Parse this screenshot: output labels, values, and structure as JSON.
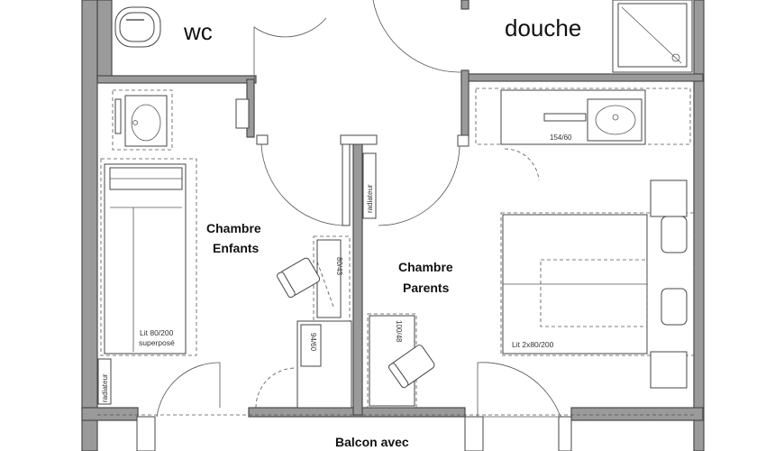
{
  "rooms": {
    "wc": "wc",
    "douche": "douche",
    "chambre_enfants_1": "Chambre",
    "chambre_enfants_2": "Enfants",
    "chambre_parents_1": "Chambre",
    "chambre_parents_2": "Parents",
    "balcon": "Balcon avec"
  },
  "annotations": {
    "lit_enfants_1": "Lit 80/200",
    "lit_enfants_2": "superposé",
    "lit_parents": "Lit 2x80/200",
    "vanity": "154/60",
    "radiateur_left": "radiateur",
    "radiateur_center": "radiateur",
    "desk_enfants_1": "80/43",
    "desk_enfants_2": "94/60",
    "desk_parents": "100/48"
  }
}
